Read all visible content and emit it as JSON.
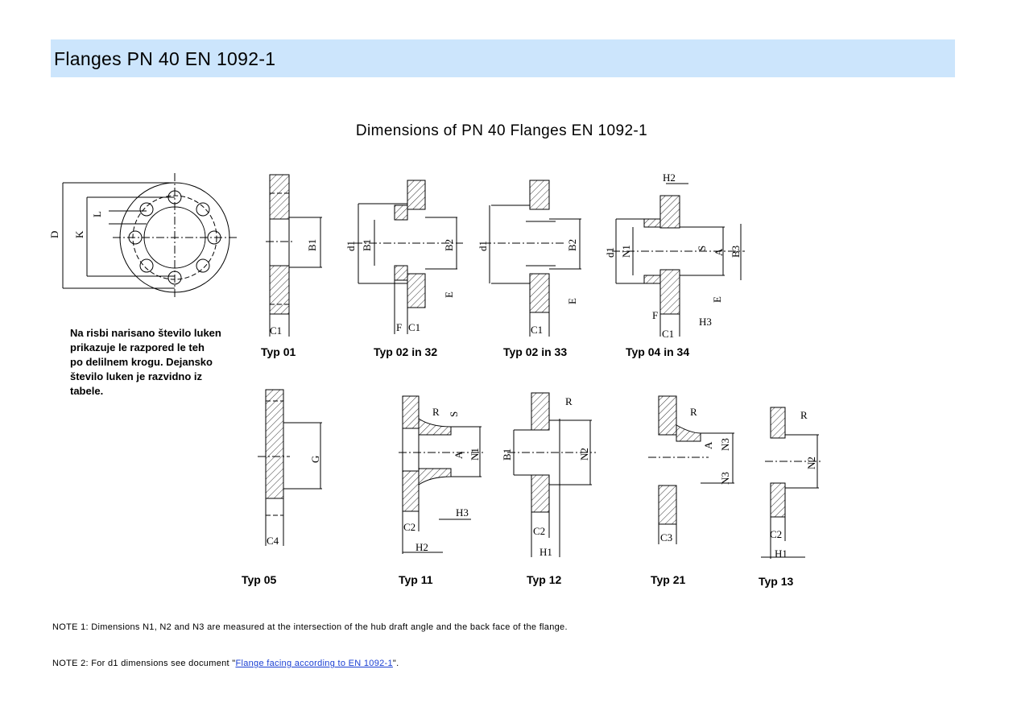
{
  "header": {
    "title": "Flanges PN 40 EN 1092-1"
  },
  "subtitle": "Dimensions of PN 40 Flanges EN 1092-1",
  "side_note": {
    "lines": [
      "Na risbi narisano število luken",
      "prikazuje le razpored le teh",
      "po delilnem krogu. Dejansko",
      "število luken je razvidno iz",
      "tabele."
    ]
  },
  "types": {
    "t01": "Typ 01",
    "t0232": "Typ 02 in 32",
    "t0233": "Typ 02 in 33",
    "t0434": "Typ 04 in 34",
    "t05": "Typ 05",
    "t11": "Typ 11",
    "t12": "Typ 12",
    "t21": "Typ 21",
    "t13": "Typ 13"
  },
  "dim_labels": {
    "D": "D",
    "K": "K",
    "L": "L",
    "B1": "B1",
    "B2": "B2",
    "B3": "B3",
    "C1": "C1",
    "C2": "C2",
    "C3": "C3",
    "C4": "C4",
    "d1": "d1",
    "E": "E",
    "F": "F",
    "G": "G",
    "H1": "H1",
    "H2": "H2",
    "H3": "H3",
    "N1": "N1",
    "N2": "N2",
    "N3": "N3",
    "S": "S",
    "A": "A",
    "R": "R"
  },
  "notes": {
    "note1": "NOTE 1: Dimensions N1, N2 and N3 are measured at the intersection of the hub draft angle and the back face of the flange.",
    "note2_prefix": "NOTE 2: For d1 dimensions see document \"",
    "note2_link": "Flange facing according to EN 1092-1",
    "note2_suffix": "\"."
  }
}
